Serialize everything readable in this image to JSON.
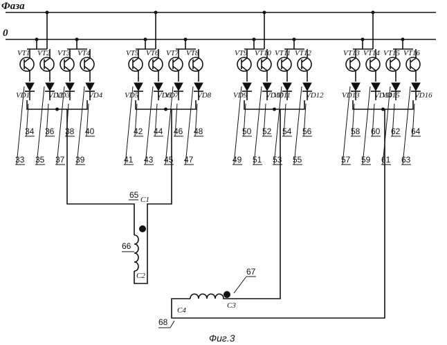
{
  "bus_labels": {
    "phase": "Фаза",
    "zero": "0"
  },
  "transistors": [
    "VT1",
    "VT2",
    "VT3",
    "VT4",
    "VT5",
    "VT6",
    "VT7",
    "VT8",
    "VT9",
    "VT10",
    "VT11",
    "VT12",
    "VT13",
    "VT14",
    "VT15",
    "VT16"
  ],
  "diodes": [
    "VD1",
    "VD2",
    "VD3",
    "VD4",
    "VD5",
    "VD6",
    "VD7",
    "VD8",
    "VD9",
    "VD10",
    "VD11",
    "VD12",
    "VD13",
    "VD14",
    "VD15",
    "VD16"
  ],
  "upper_numbers": [
    "34",
    "36",
    "38",
    "40",
    "42",
    "44",
    "46",
    "48",
    "50",
    "52",
    "54",
    "56",
    "58",
    "60",
    "62",
    "64"
  ],
  "lower_numbers": [
    "33",
    "35",
    "37",
    "39",
    "41",
    "43",
    "45",
    "47",
    "49",
    "51",
    "53",
    "55",
    "57",
    "59",
    "61",
    "63"
  ],
  "coil1": {
    "ref": "65",
    "start": "C1",
    "ref2": "66",
    "end": "C2"
  },
  "coil2": {
    "ref": "67",
    "start": "C3",
    "ref2": "68",
    "end": "C4"
  },
  "caption": "Фиг.3"
}
